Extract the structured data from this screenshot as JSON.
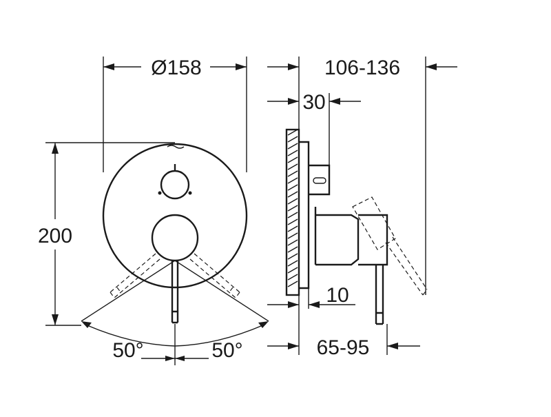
{
  "dimensions": {
    "diameter": "Ø158",
    "depth_range": "106-136",
    "offset_30": "30",
    "height": "200",
    "offset_10": "10",
    "projection_range": "65-95",
    "angle_left": "50°",
    "angle_right": "50°"
  }
}
